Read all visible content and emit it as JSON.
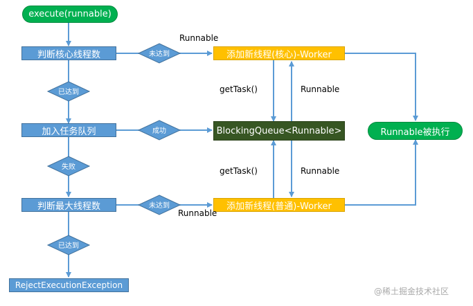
{
  "nodes": {
    "execute": "execute(runnable)",
    "check_core": "判断核心线程数",
    "add_core": "添加新线程(核心)-Worker",
    "add_queue": "加入任务队列",
    "blocking_queue": "BlockingQueue<Runnable>",
    "runnable_exec": "Runnable被执行",
    "check_max": "判断最大线程数",
    "add_normal": "添加新线程(普通)-Worker",
    "reject": "RejectExecutionException"
  },
  "decisions": {
    "core_not_reached": "未达到",
    "core_reached": "已达到",
    "queue_success": "成功",
    "queue_fail": "失败",
    "max_not_reached": "未达到",
    "max_reached": "已达到"
  },
  "edge_labels": {
    "runnable_top": "Runnable",
    "gettask_top": "getTask()",
    "runnable_mid_top": "Runnable",
    "gettask_bottom": "getTask()",
    "runnable_mid_bottom": "Runnable",
    "runnable_bottom": "Runnable"
  },
  "watermark": "@稀土掘金技术社区",
  "colors": {
    "process_blue": "#5b9bd5",
    "worker_yellow": "#ffc000",
    "queue_green": "#375623",
    "terminal_green": "#00b050",
    "arrow_blue": "#5b9bd5"
  }
}
